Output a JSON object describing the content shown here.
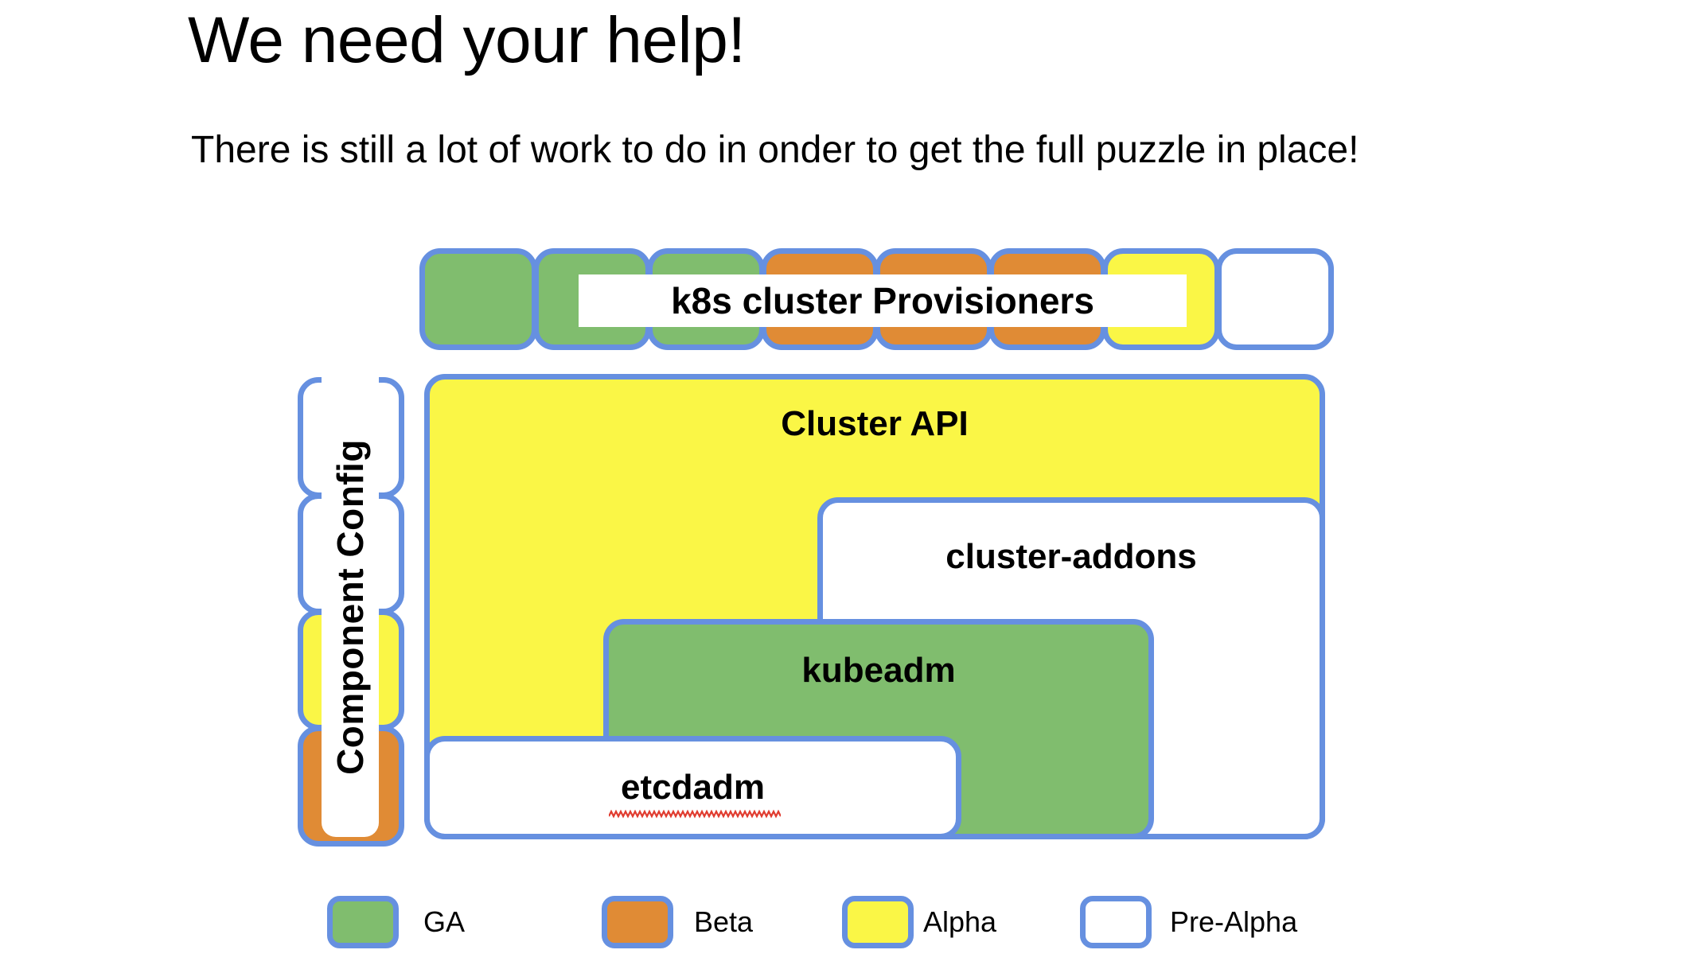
{
  "slide": {
    "title": "We need your help!",
    "subtitle": "There is still a lot of work to do in onder to get the full puzzle in place!"
  },
  "colors": {
    "border": "#6690e0",
    "ga_green": "#80bd6e",
    "beta_orange": "#e08b35",
    "alpha_yellow": "#faf646",
    "prealpha_white": "#ffffff",
    "text": "#000000",
    "spellcheck_red": "#e03b2f"
  },
  "provisioners": {
    "banner_label": "k8s cluster Provisioners",
    "cells": [
      {
        "name": "provisioner-cell-1",
        "status": "GA",
        "color": "#80bd6e"
      },
      {
        "name": "provisioner-cell-2",
        "status": "GA",
        "color": "#80bd6e"
      },
      {
        "name": "provisioner-cell-3",
        "status": "GA",
        "color": "#80bd6e"
      },
      {
        "name": "provisioner-cell-4",
        "status": "Beta",
        "color": "#e08b35"
      },
      {
        "name": "provisioner-cell-5",
        "status": "Beta",
        "color": "#e08b35"
      },
      {
        "name": "provisioner-cell-6",
        "status": "Beta",
        "color": "#e08b35"
      },
      {
        "name": "provisioner-cell-7",
        "status": "Alpha",
        "color": "#faf646"
      },
      {
        "name": "provisioner-cell-8",
        "status": "Pre-Alpha",
        "color": "#ffffff"
      }
    ]
  },
  "component_config": {
    "banner_label": "Component Config",
    "cells": [
      {
        "name": "component-config-cell-1",
        "status": "Pre-Alpha",
        "color": "#ffffff"
      },
      {
        "name": "component-config-cell-2",
        "status": "Pre-Alpha",
        "color": "#ffffff"
      },
      {
        "name": "component-config-cell-3",
        "status": "Alpha",
        "color": "#faf646"
      },
      {
        "name": "component-config-cell-4",
        "status": "Beta",
        "color": "#e08b35"
      }
    ]
  },
  "nested_boxes": [
    {
      "name": "cluster-api",
      "label": "Cluster API",
      "status": "Alpha",
      "color": "#faf646"
    },
    {
      "name": "cluster-addons",
      "label": "cluster-addons",
      "status": "Pre-Alpha",
      "color": "#ffffff"
    },
    {
      "name": "kubeadm",
      "label": "kubeadm",
      "status": "GA",
      "color": "#80bd6e"
    },
    {
      "name": "etcdadm",
      "label": "etcdadm",
      "status": "Pre-Alpha",
      "color": "#ffffff",
      "spellcheck_underline": true
    }
  ],
  "legend": {
    "items": [
      {
        "label": "GA",
        "color": "#80bd6e"
      },
      {
        "label": "Beta",
        "color": "#e08b35"
      },
      {
        "label": "Alpha",
        "color": "#faf646"
      },
      {
        "label": "Pre-Alpha",
        "color": "#ffffff"
      }
    ]
  }
}
